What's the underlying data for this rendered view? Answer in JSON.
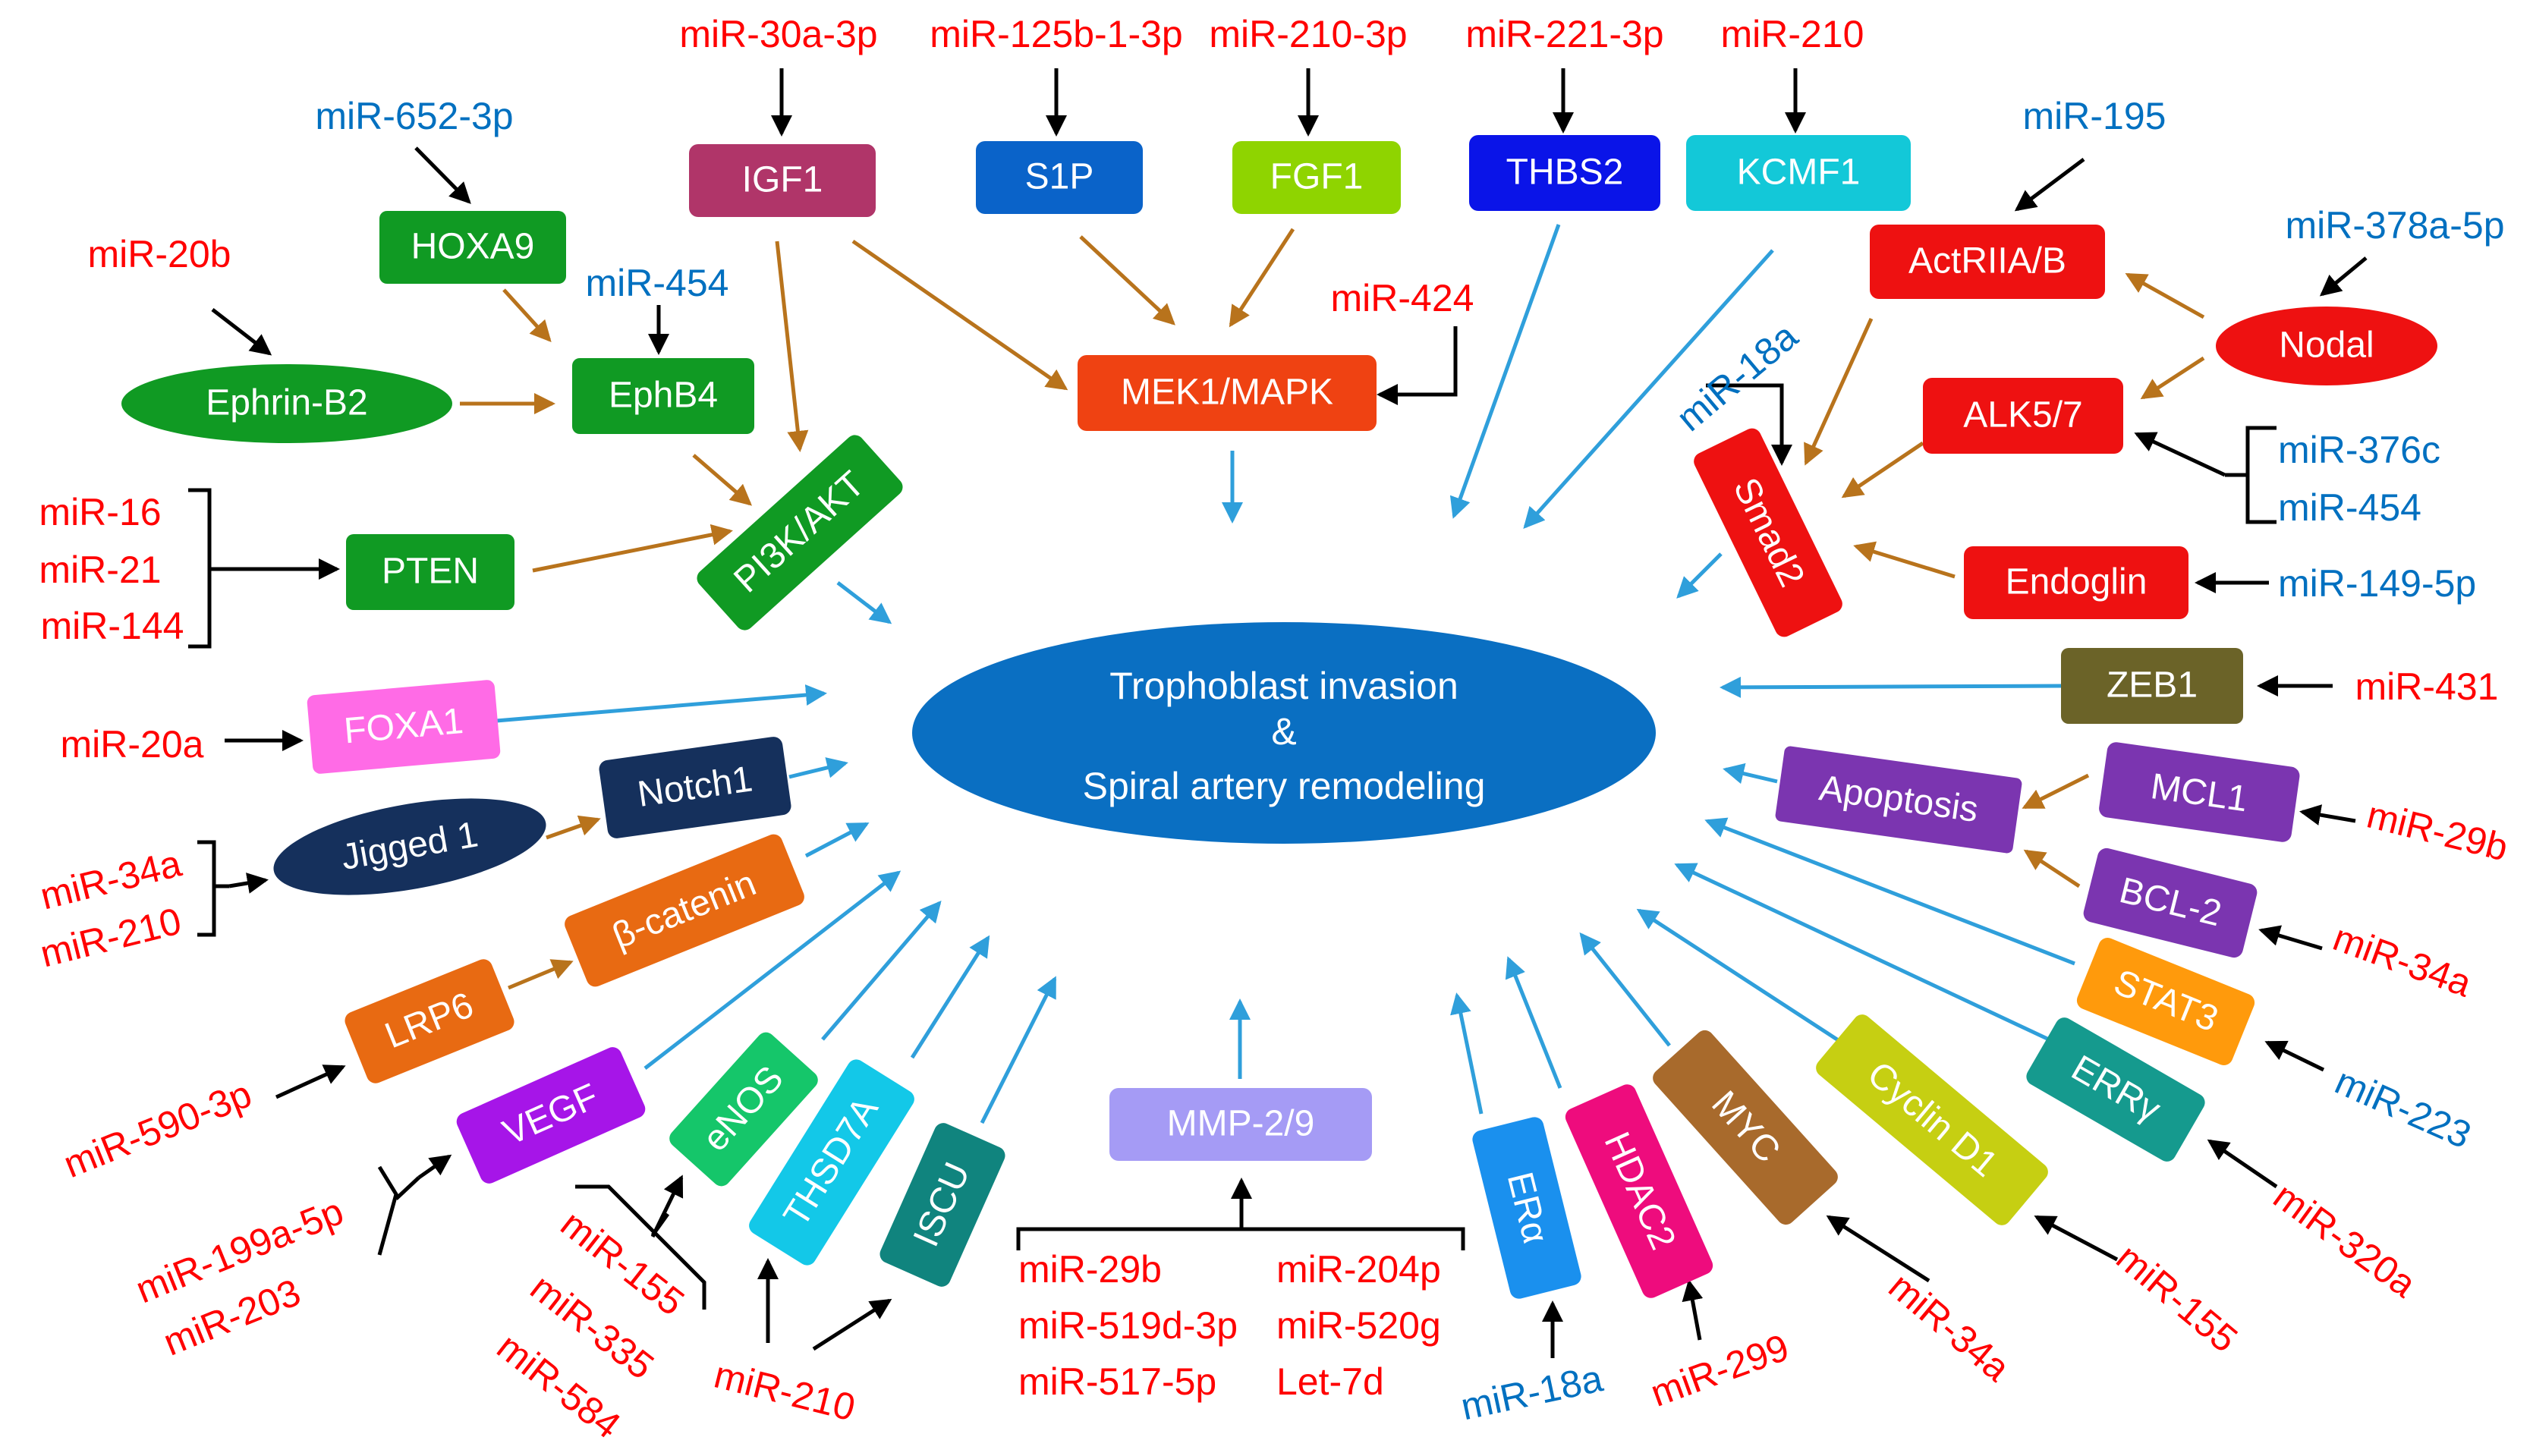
{
  "center": {
    "line1": "Trophoblast invasion",
    "line2": "&",
    "line3": "Spiral artery remodeling",
    "color": "#0a6fc2"
  },
  "colors": {
    "red_text": "#ff0000",
    "blue_text": "#0070c0",
    "black_arrow": "#000000",
    "brown_arrow": "#b8731c",
    "blue_arrow": "#2f9fdb"
  },
  "nodes": {
    "igf1": {
      "label": "IGF1",
      "color": "#b03569"
    },
    "s1p": {
      "label": "S1P",
      "color": "#0a63c9"
    },
    "fgf1": {
      "label": "FGF1",
      "color": "#8fd400"
    },
    "thbs2": {
      "label": "THBS2",
      "color": "#0a14e8"
    },
    "kcmf1": {
      "label": "KCMF1",
      "color": "#13c8d8"
    },
    "hoxa9": {
      "label": "HOXA9",
      "color": "#109a23"
    },
    "ephb4": {
      "label": "EphB4",
      "color": "#109a23"
    },
    "ephrinb2": {
      "label": "Ephrin-B2",
      "color": "#109a23"
    },
    "pi3k": {
      "label": "PI3K/AKT",
      "color": "#109a23"
    },
    "pten": {
      "label": "PTEN",
      "color": "#109a23"
    },
    "mek1": {
      "label": "MEK1/MAPK",
      "color": "#ef4212"
    },
    "actriia": {
      "label": "ActRIIA/B",
      "color": "#ee1111"
    },
    "nodal": {
      "label": "Nodal",
      "color": "#ee1111"
    },
    "alk57": {
      "label": "ALK5/7",
      "color": "#ee1111"
    },
    "smad2": {
      "label": "Smad2",
      "color": "#ee1111"
    },
    "endoglin": {
      "label": "Endoglin",
      "color": "#ee1111"
    },
    "zeb1": {
      "label": "ZEB1",
      "color": "#6b6328"
    },
    "apoptosis": {
      "label": "Apoptosis",
      "color": "#7b35b0"
    },
    "mcl1": {
      "label": "MCL1",
      "color": "#7b35b0"
    },
    "bcl2": {
      "label": "BCL-2",
      "color": "#7b35b0"
    },
    "stat3": {
      "label": "STAT3",
      "color": "#ff9a0c"
    },
    "erry": {
      "label": "ERRγ",
      "color": "#159a8e"
    },
    "foxa1": {
      "label": "FOXA1",
      "color": "#ff6be6"
    },
    "notch1": {
      "label": "Notch1",
      "color": "#15305c"
    },
    "jigged1": {
      "label": "Jigged 1",
      "color": "#15305c"
    },
    "bcatenin": {
      "label": "β-catenin",
      "color": "#e86a12"
    },
    "lrp6": {
      "label": "LRP6",
      "color": "#e86a12"
    },
    "vegf": {
      "label": "VEGF",
      "color": "#a615e8"
    },
    "enos": {
      "label": "eNOS",
      "color": "#15c66a"
    },
    "thsd7a": {
      "label": "THSD7A",
      "color": "#13c8e8"
    },
    "iscu": {
      "label": "ISCU",
      "color": "#10847e"
    },
    "mmp": {
      "label": "MMP-2/9",
      "color": "#a59bf5"
    },
    "era": {
      "label": "ERα",
      "color": "#1a90ee"
    },
    "hdac2": {
      "label": "HDAC2",
      "color": "#ee0c7d"
    },
    "myc": {
      "label": "MYC",
      "color": "#a86a2c"
    },
    "cyclind1": {
      "label": "Cyclin D1",
      "color": "#c6cf12"
    }
  },
  "mirnas": {
    "m30a": "miR-30a-3p",
    "m125b": "miR-125b-1-3p",
    "m2103p": "miR-210-3p",
    "m2213p": "miR-221-3p",
    "m210top": "miR-210",
    "m652": "miR-652-3p",
    "m20b": "miR-20b",
    "m454a": "miR-454",
    "m424": "miR-424",
    "m195": "miR-195",
    "m378": "miR-378a-5p",
    "m18a": "miR-18a",
    "m376c": "miR-376c",
    "m454b": "miR-454",
    "m149": "miR-149-5p",
    "m16": "miR-16",
    "m21": "miR-21",
    "m144": "miR-144",
    "m431": "miR-431",
    "m20a": "miR-20a",
    "m29bR": "miR-29b",
    "m34aR": "miR-34a",
    "m34aL": "miR-34a",
    "m210L": "miR-210",
    "m223": "miR-223",
    "m590": "miR-590-3p",
    "m320a": "miR-320a",
    "m199a": "miR-199a-5p",
    "m203": "miR-203",
    "m155L": "miR-155",
    "m335": "miR-335",
    "m584": "miR-584",
    "m210B": "miR-210",
    "m155R": "miR-155",
    "m34aB": "miR-34a",
    "m299": "miR-299",
    "m18aB": "miR-18a",
    "m29bB": "miR-29b",
    "m519d": "miR-519d-3p",
    "m5175p": "miR-517-5p",
    "m204p": "miR-204p",
    "m520g": "miR-520g",
    "let7d": "Let-7d"
  }
}
